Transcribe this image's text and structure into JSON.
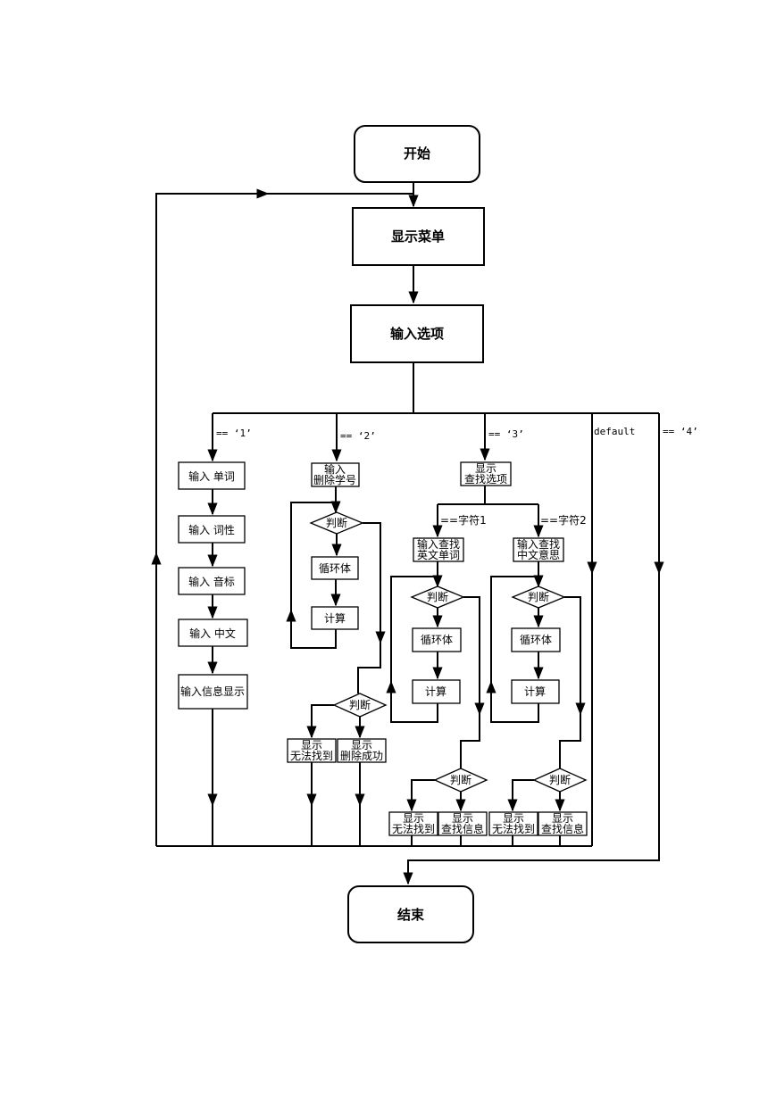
{
  "nodes": {
    "start": "开始",
    "show_menu": "显示菜单",
    "input_option": "输入选项",
    "end": "结束",
    "b1": [
      "输入 单词",
      "输入 词性",
      "输入 音标",
      "输入 中文",
      "输入信息显示"
    ],
    "b2": {
      "input": [
        "输入",
        "删除学号"
      ],
      "judge": "判断",
      "loop": "循环体",
      "calc": "计算",
      "judge2": "判断",
      "not_found": [
        "显示",
        "无法找到"
      ],
      "deleted": [
        "显示",
        "删除成功"
      ]
    },
    "b3": {
      "show": [
        "显示",
        "查找选项"
      ],
      "sub1": {
        "input": [
          "输入查找",
          "英文单词"
        ],
        "judge": "判断",
        "loop": "循环体",
        "calc": "计算",
        "judge2": "判断",
        "not_found": [
          "显示",
          "无法找到"
        ],
        "found": [
          "显示",
          "查找信息"
        ]
      },
      "sub2": {
        "input": [
          "输入查找",
          "中文意思"
        ],
        "judge": "判断",
        "loop": "循环体",
        "calc": "计算",
        "judge2": "判断",
        "not_found": [
          "显示",
          "无法找到"
        ],
        "found": [
          "显示",
          "查找信息"
        ]
      }
    }
  },
  "labels": {
    "case1": "== ‘1’",
    "case2": "== ‘2’",
    "case3": "== ‘3’",
    "case_default": "default",
    "case4": "== ‘4’",
    "char1": "==字符1",
    "char2": "==字符2"
  }
}
